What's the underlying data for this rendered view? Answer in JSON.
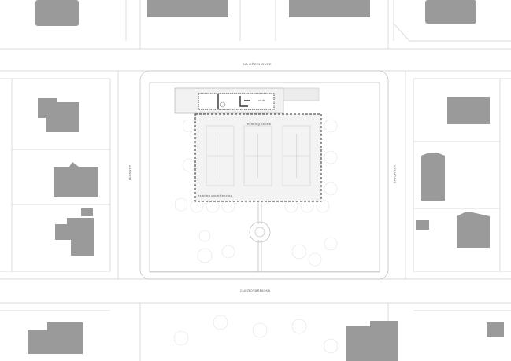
{
  "streets": {
    "north": "NA OŘECHOVCE",
    "south": "CUKROVARNICKÁ",
    "west": "ZÁPADNÍ",
    "east": "VÝCHODNÍ"
  },
  "labels": {
    "club": "club",
    "courts": "existing courts",
    "fencing": "existing court fencing"
  },
  "colors": {
    "building": "#9a9a9a",
    "line": "#c8c8c8",
    "fence": "#333333"
  }
}
